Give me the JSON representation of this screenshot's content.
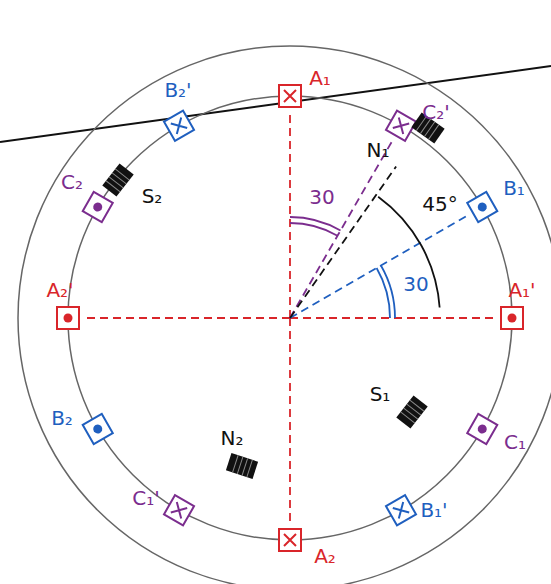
{
  "diagram": {
    "labels": [
      "C₂'",
      "A₁",
      "B₂'",
      "N₁",
      "S₂",
      "B₁",
      "45°",
      "C₂",
      "30",
      "A₁'",
      "A₂'",
      "30",
      "S₁",
      "B₂",
      "C₁",
      "N₂",
      "B₁'",
      "C₁'",
      "A₂"
    ]
  }
}
